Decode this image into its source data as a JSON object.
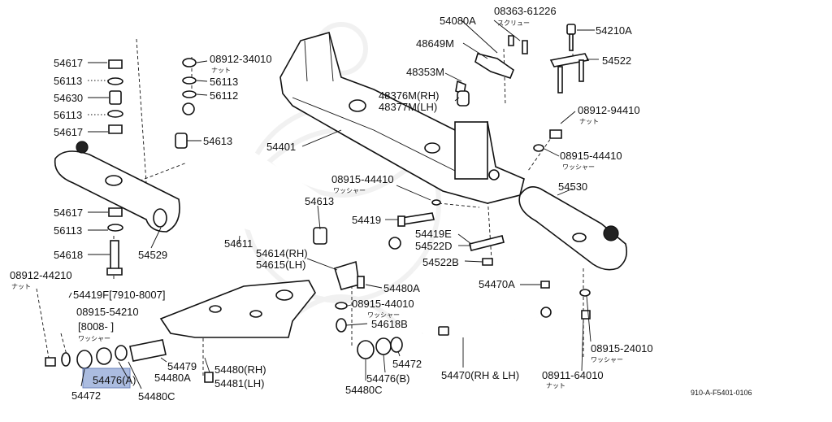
{
  "labels": {
    "p54080A": "54080A",
    "p08363": "08363-61226",
    "p08363_sub": "スクリュー",
    "p54210A": "54210A",
    "p48649M": "48649M",
    "p54522": "54522",
    "p48353M": "48353M",
    "p48376M": "48376M(RH)",
    "p48377M": "48377M(LH)",
    "p08912_94410": "08912-94410",
    "p08912_94410_sub": "ナット",
    "p54401": "54401",
    "p08915_44410_r": "08915-44410",
    "p08915_44410_r_sub": "ワッシャー",
    "p08915_44410_c": "08915-44410",
    "p08915_44410_c_sub": "ワッシャー",
    "p54530": "54530",
    "p54613_c": "54613",
    "p54419": "54419",
    "p54419E": "54419E",
    "p54522D": "54522D",
    "p54522B": "54522B",
    "p54611": "54611",
    "p54614": "54614(RH)",
    "p54615": "54615(LH)",
    "p54480A_c": "54480A",
    "p08915_44010": "08915-44010",
    "p08915_44010_sub": "ワッシャー",
    "p54470A": "54470A",
    "p54618B": "54618B",
    "p54472_c": "54472",
    "p54476B": "54476(B)",
    "p54480C_c": "54480C",
    "p54470": "54470(RH & LH)",
    "p08911": "08911-64010",
    "p08911_sub": "ナット",
    "p08915_24010": "08915-24010",
    "p08915_24010_sub": "ワッシャー",
    "p54617_a": "54617",
    "p56113_a": "56113",
    "p54630": "54630",
    "p56113_b": "56113",
    "p54617_b": "54617",
    "p54617_c": "54617",
    "p56113_c": "56113",
    "p54618": "54618",
    "p54529": "54529",
    "p08912_34010": "08912-34010",
    "p08912_34010_sub": "ナット",
    "p56113_d": "56113",
    "p56112": "56112",
    "p54613_l": "54613",
    "p08912_44210": "08912-44210",
    "p08912_44210_sub": "ナット",
    "p54419F": "54419F[7910-8007]",
    "p08915_54210": "08915-54210",
    "p8008": "[8008-        ]",
    "p8008_sub": "ワッシャー",
    "p54479": "54479",
    "p54480": "54480(RH)",
    "p54481": "54481(LH)",
    "p54476A": "54476(A)",
    "p54480A_l": "54480A",
    "p54472_l": "54472",
    "p54480C_l": "54480C"
  },
  "diagram_code": "910-A-F5401-0106",
  "highlight_part": "54476(A)"
}
